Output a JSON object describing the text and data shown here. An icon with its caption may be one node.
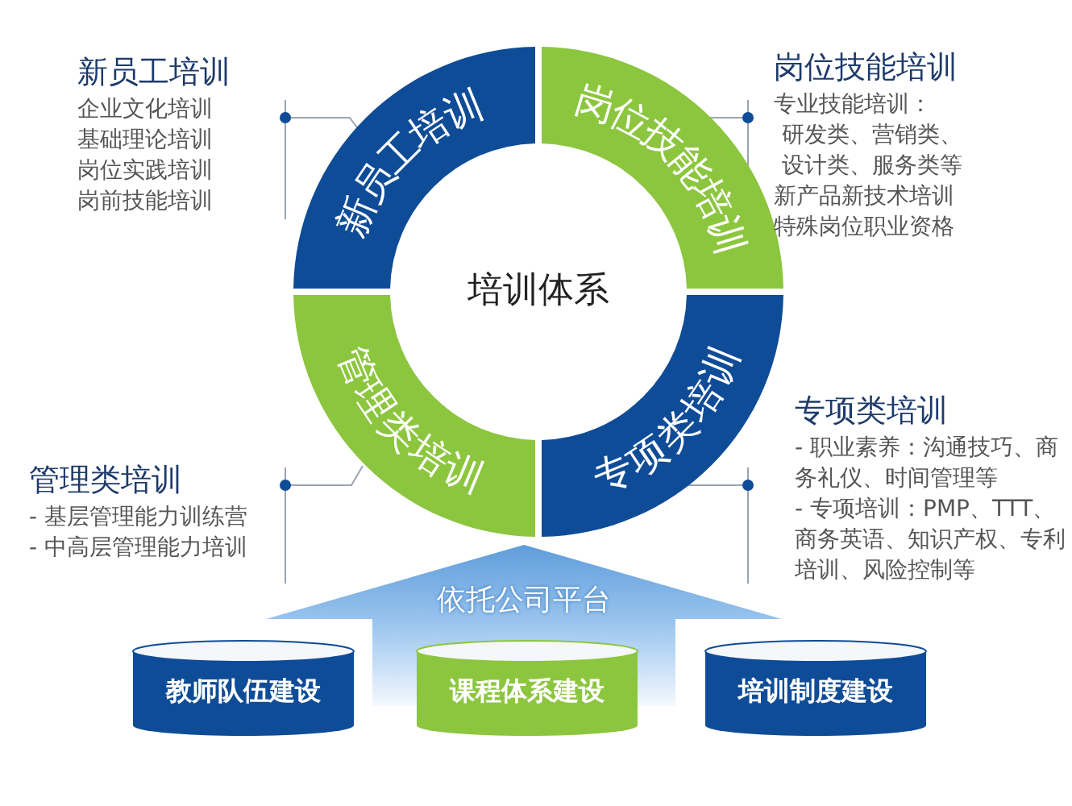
{
  "diagram": {
    "nodes": [
      {
        "text": [
          "新员工培训",
          "企业文化培训",
          "基础理论培训",
          "岗位实践培训",
          "岗前技能培训"
        ]
      },
      {
        "text": [
          "新员工培训"
        ]
      },
      {
        "text": [
          "岗位技能培训"
        ]
      },
      {
        "text": [
          "岗位技能培训",
          "专业技能培训：",
          "研发类、营销类、设计类、服务类等",
          "新产品新技术培训",
          "特殊岗位职业资格"
        ]
      },
      {
        "text": [
          "培训体系"
        ]
      },
      {
        "text": [
          "管理类培训"
        ]
      },
      {
        "text": [
          "专项类培训"
        ]
      },
      {
        "text": [
          "管理类培训",
          "- 基层管理能力训练营",
          "- 中高层管理能力培训"
        ]
      },
      {
        "text": [
          "专项类培训",
          "- 职业素养：沟通技巧、商务礼仪、时间管理等",
          "- 专项培训：PMP、TTT、商务英语、知识产权、专利培训、风险控制等"
        ]
      },
      {
        "text": [
          "依托公司平台"
        ]
      },
      {
        "text": [
          "教师队伍建设"
        ]
      },
      {
        "text": [
          "课程体系建设"
        ]
      },
      {
        "text": [
          "培训制度建设"
        ]
      }
    ],
    "edges": [
      {
        "from": 1,
        "to": 0,
        "arrow": "other"
      },
      {
        "from": 2,
        "to": 3,
        "arrow": "other"
      },
      {
        "from": 5,
        "to": 7,
        "arrow": "other"
      },
      {
        "from": 6,
        "to": 8,
        "arrow": "other"
      }
    ]
  }
}
